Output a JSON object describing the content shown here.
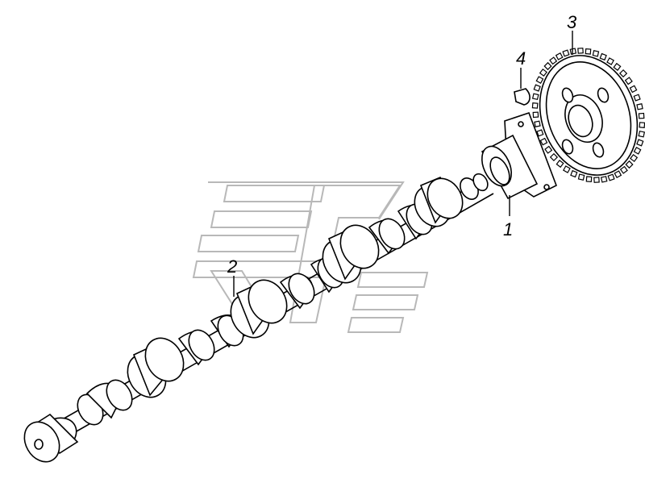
{
  "diagram": {
    "callouts": [
      {
        "id": "1",
        "text": "1"
      },
      {
        "id": "2",
        "text": "2"
      },
      {
        "id": "3",
        "text": "3"
      },
      {
        "id": "4",
        "text": "4"
      }
    ]
  },
  "colors": {
    "line": "#000000",
    "watermark": "#b8b8b8",
    "background": "#ffffff"
  }
}
